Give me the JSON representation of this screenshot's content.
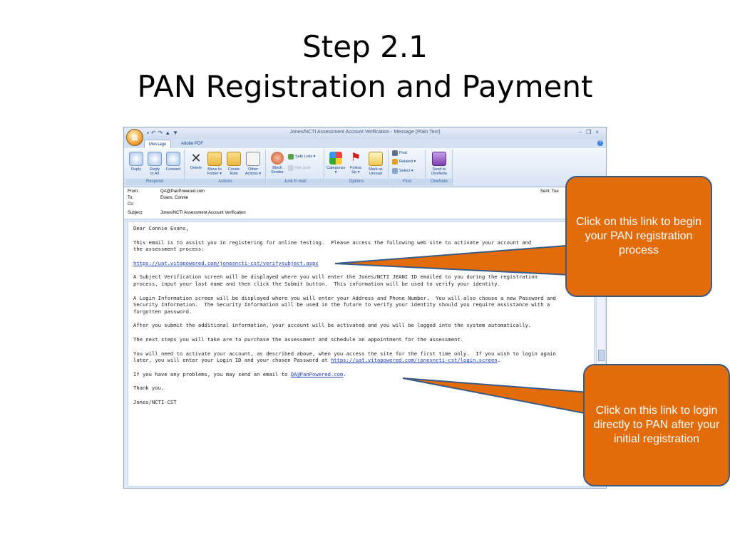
{
  "slide": {
    "title_line1": "Step 2.1",
    "title_line2": "PAN Registration and Payment"
  },
  "window": {
    "title": "Jones/NCTI Assessment Account Verification - Message (Plain Text)",
    "tabs": [
      "Message",
      "Adobe PDF"
    ],
    "active_tab": "Message"
  },
  "ribbon": {
    "groups": {
      "respond": "Respond",
      "actions": "Actions",
      "junk": "Junk E-mail",
      "options": "Options",
      "find": "Find",
      "onenote": "OneNote"
    },
    "buttons": {
      "reply": "Reply",
      "reply_all": "Reply\nto All",
      "forward": "Forward",
      "delete": "Delete",
      "move_to_folder": "Move to\nFolder ▾",
      "create_rule": "Create\nRule",
      "other_actions": "Other\nActions ▾",
      "block_sender": "Block\nSender",
      "safe_lists": "Safe Lists ▾",
      "not_junk": "Not Junk",
      "categorize": "Categorize\n▾",
      "follow_up": "Follow\nUp ▾",
      "mark_as_unread": "Mark as\nUnread",
      "find": "Find",
      "related": "Related ▾",
      "select": "Select ▾",
      "send_to_onenote": "Send to\nOneNote"
    }
  },
  "header": {
    "from_label": "From:",
    "from_value": "QA@PanPowered.com",
    "to_label": "To:",
    "to_value": "Evans, Connie",
    "cc_label": "Cc:",
    "cc_value": "",
    "subject_label": "Subject:",
    "subject_value": "Jones/NCTI Assessment Account Verification",
    "sent_label": "Sent:",
    "sent_value": "Tue"
  },
  "email": {
    "greeting": "Dear Connie Evans,",
    "p1": "This email is to assist you in registering for online testing.  Please access the following web site to activate your account and\nthe assessment process:",
    "link1": "https://uat.vitapowered.com/jonesncti-cst/verifysubject.aspx",
    "p2": "A Subject Verification screen will be displayed where you will enter the Jones/NCTI JEANI ID emailed to you during the registration\nprocess, input your last name and then click the Submit button.  This information will be used to verify your identity.",
    "p3": "A Login Information screen will be displayed where you will enter your Address and Phone Number.  You will also choose a new Password and\nSecurity Information.  The Security Information will be used in the future to verify your identity should you require assistance with a\nforgotten password.",
    "p4": "After you submit the additional information, your account will be activated and you will be logged into the system automatically.",
    "p5": "The next steps you will take are to purchase the assessment and schedule an appointment for the assessment.",
    "p6_before": "You will need to activate your account, as described above, when you access the site for the first time only.  If you wish to login again\nlater, you will enter your Login ID and your chosen Password at ",
    "link2": "https://uat.vitapowered.com/jonesncti-cst/login.screen",
    "p6_after": ".",
    "p7_before": "If you have any problems, you may send an email to ",
    "link3": "QA@PanPowered.com",
    "p7_after": ".",
    "closing": "Thank you,",
    "signature": "Jones/NCTI-CST"
  },
  "callouts": {
    "top": "Click on this link to begin your PAN registration process",
    "bottom": "Click on this link to login directly to PAN after your initial registration"
  },
  "colors": {
    "callout_fill": "#e36c0a",
    "callout_border": "#3b5b84",
    "link": "#1f3fbf"
  }
}
